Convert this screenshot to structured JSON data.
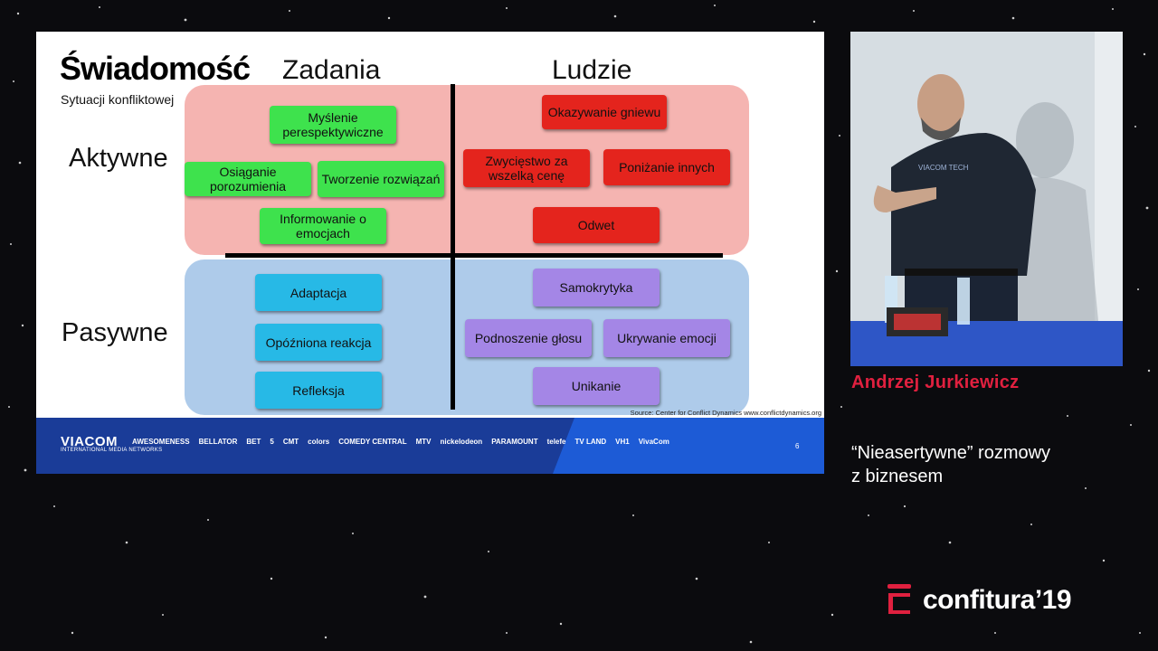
{
  "slide": {
    "title": "Świadomość",
    "subtitle": "Sytuacji konfliktowej",
    "columns": [
      "Zadania",
      "Ludzie"
    ],
    "rows": [
      "Aktywne",
      "Pasywne"
    ],
    "active_tasks": [
      "Myślenie perespektywiczne",
      "Osiąganie porozumienia",
      "Tworzenie rozwiązań",
      "Informowanie o emocjach"
    ],
    "active_people": [
      "Okazywanie gniewu",
      "Zwycięstwo za wszelką cenę",
      "Poniżanie innych",
      "Odwet"
    ],
    "passive_tasks": [
      "Adaptacja",
      "Opóźniona reakcja",
      "Refleksja"
    ],
    "passive_people": [
      "Samokrytyka",
      "Podnoszenie głosu",
      "Ukrywanie emocji",
      "Unikanie"
    ],
    "source": "Source: Center for Conflict Dynamics www.conflictdynamics.org",
    "footer": {
      "logo_main": "VIACOM",
      "logo_sub": "INTERNATIONAL MEDIA NETWORKS",
      "brands": [
        "AWESOMENESS",
        "BELLATOR",
        "BET",
        "5",
        "CMT",
        "colors",
        "COMEDY CENTRAL",
        "MTV",
        "nickelodeon",
        "PARAMOUNT",
        "telefe",
        "TV LAND",
        "VH1",
        "VivaCom"
      ],
      "page_number": "6"
    },
    "colors": {
      "green": "#3ee24d",
      "red": "#e4241d",
      "cyan": "#27b9e6",
      "purple": "#a486e6"
    }
  },
  "speaker": {
    "name": "Andrzej Jurkiewicz",
    "shirt_text": "VIACOM TECH"
  },
  "talk": {
    "line1": "“Nieasertywne” rozmowy",
    "line2": "z biznesem"
  },
  "conference": {
    "name": "confitura’19",
    "accent": "#e0203f"
  }
}
